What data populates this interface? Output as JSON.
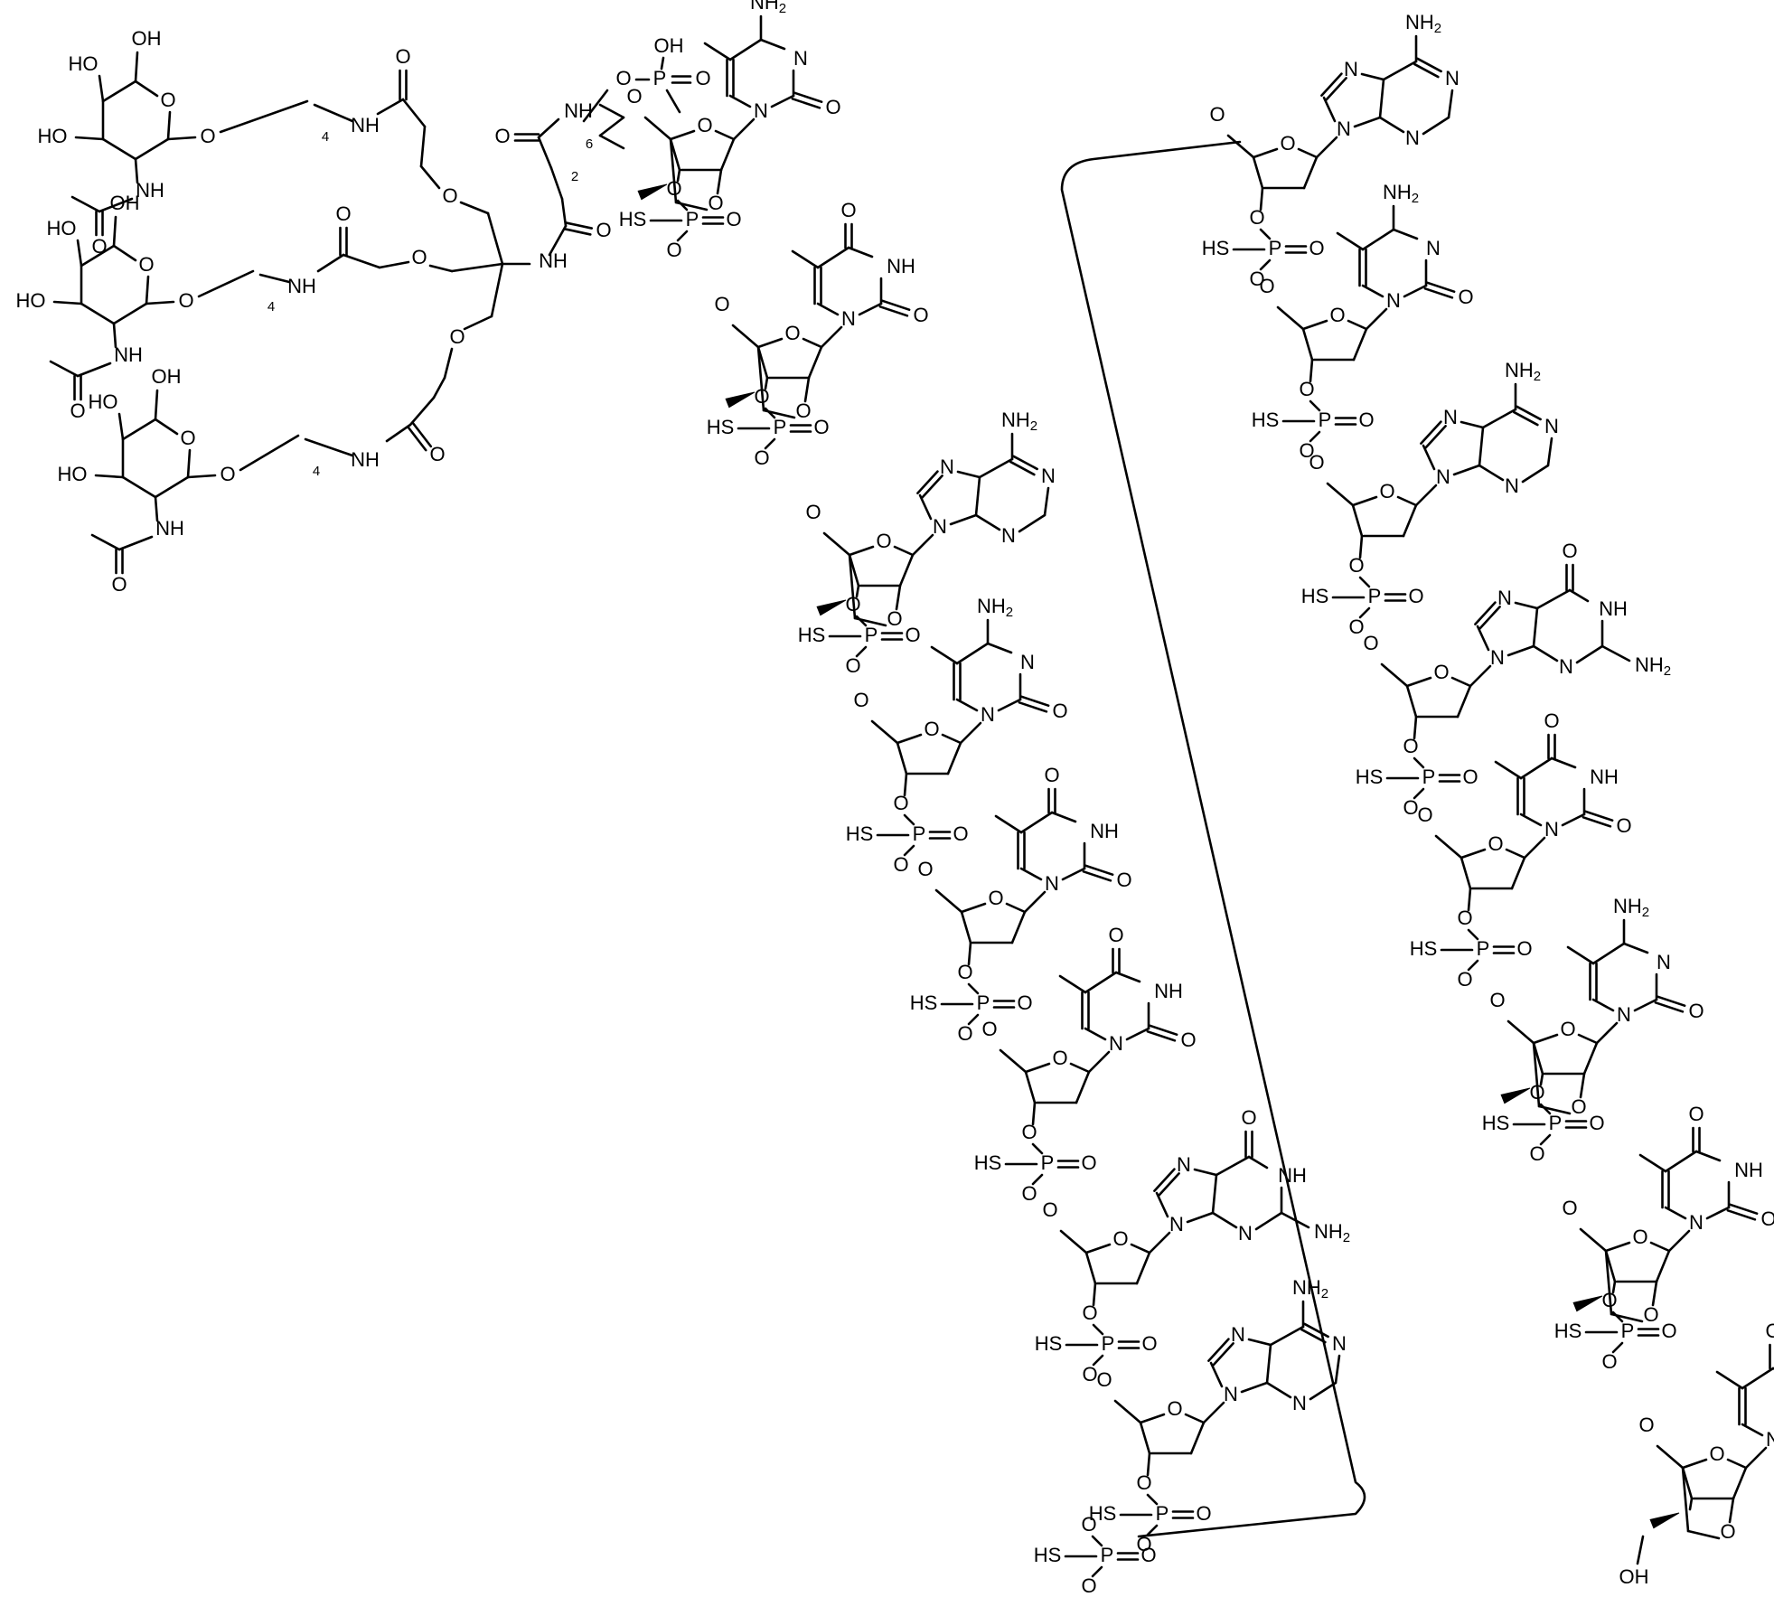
{
  "atom_labels": {
    "oh": "OH",
    "ho": "HO",
    "nh": "NH",
    "n": "N",
    "h": "H",
    "o": "O",
    "p": "P",
    "hs": "HS",
    "nh2": "NH2"
  },
  "subscripts": {
    "four": "4",
    "six": "6",
    "two": "2"
  },
  "nucleotides_left_strand": [
    "5-Me-C (LNA)",
    "T (LNA)",
    "A (LNA)",
    "5-Me-C",
    "T",
    "T",
    "G",
    "A"
  ],
  "nucleotides_right_strand": [
    "A",
    "5-Me-C",
    "A",
    "G",
    "T",
    "5-Me-C (LNA)",
    "T (LNA)",
    "T (LNA)"
  ],
  "terminal_label": "OH"
}
